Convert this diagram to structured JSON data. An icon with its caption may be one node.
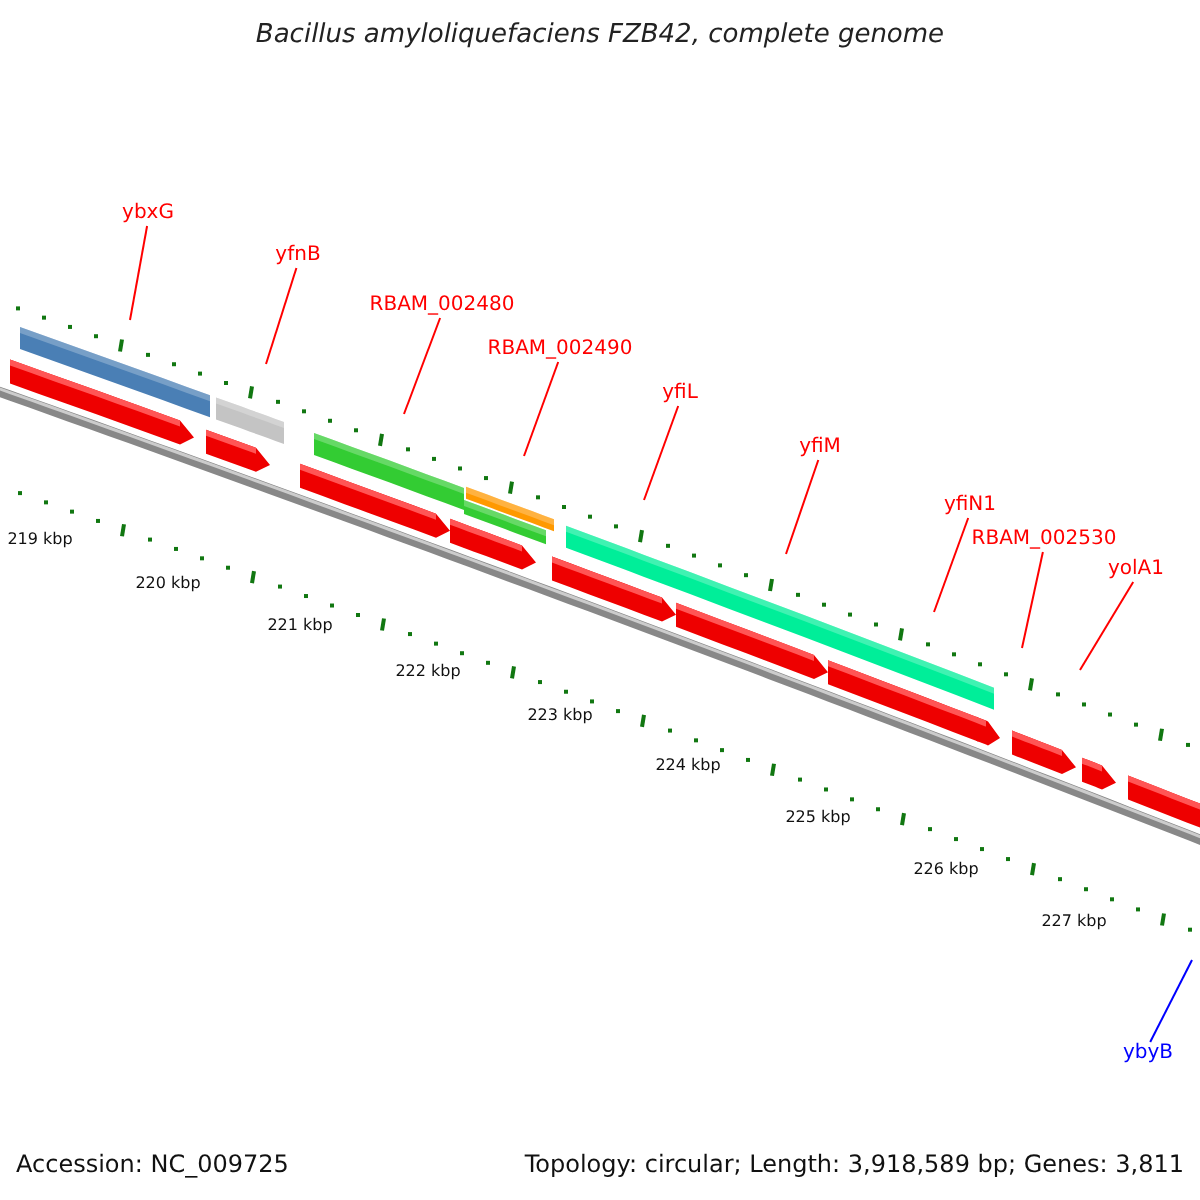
{
  "diagram": {
    "title": "Bacillus amyloliquefaciens FZB42, complete genome",
    "nodes": [
      {
        "text": [
          "ybxG"
        ]
      },
      {
        "text": [
          "yfnB"
        ]
      },
      {
        "text": [
          "RBAM_002480"
        ]
      },
      {
        "text": [
          "RBAM_002490"
        ]
      },
      {
        "text": [
          "yfiL"
        ]
      },
      {
        "text": [
          "yfiM"
        ]
      },
      {
        "text": [
          "yfiN1"
        ]
      },
      {
        "text": [
          "RBAM_002530"
        ]
      },
      {
        "text": [
          "yolA1"
        ]
      },
      {
        "text": [
          "ybyB"
        ]
      }
    ],
    "edges": [
      {
        "from": 0,
        "to": null,
        "arrow": "none"
      },
      {
        "from": 1,
        "to": null,
        "arrow": "none"
      },
      {
        "from": 2,
        "to": null,
        "arrow": "none"
      },
      {
        "from": 3,
        "to": null,
        "arrow": "none"
      },
      {
        "from": 4,
        "to": null,
        "arrow": "none"
      },
      {
        "from": 5,
        "to": null,
        "arrow": "none"
      },
      {
        "from": 6,
        "to": null,
        "arrow": "none"
      },
      {
        "from": 7,
        "to": null,
        "arrow": "none"
      },
      {
        "from": 8,
        "to": null,
        "arrow": "none"
      },
      {
        "from": 9,
        "to": null,
        "arrow": "none",
        "color": "#0000ff"
      }
    ],
    "labels": [
      "219 kbp",
      "220 kbp",
      "221 kbp",
      "222 kbp",
      "223 kbp",
      "224 kbp",
      "225 kbp",
      "226 kbp",
      "227 kbp",
      "Accession: NC_009725",
      "Topology: circular; Length: 3,918,589 bp; Genes: 3,811"
    ]
  }
}
